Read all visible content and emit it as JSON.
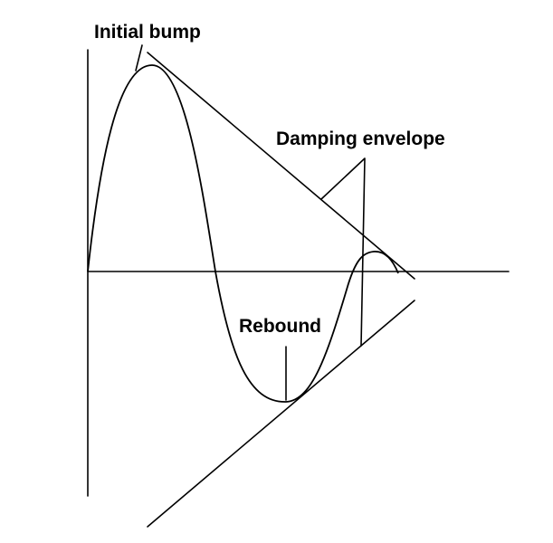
{
  "labels": {
    "initial_bump": "Initial bump",
    "damping_envelope": "Damping envelope",
    "rebound": "Rebound"
  }
}
